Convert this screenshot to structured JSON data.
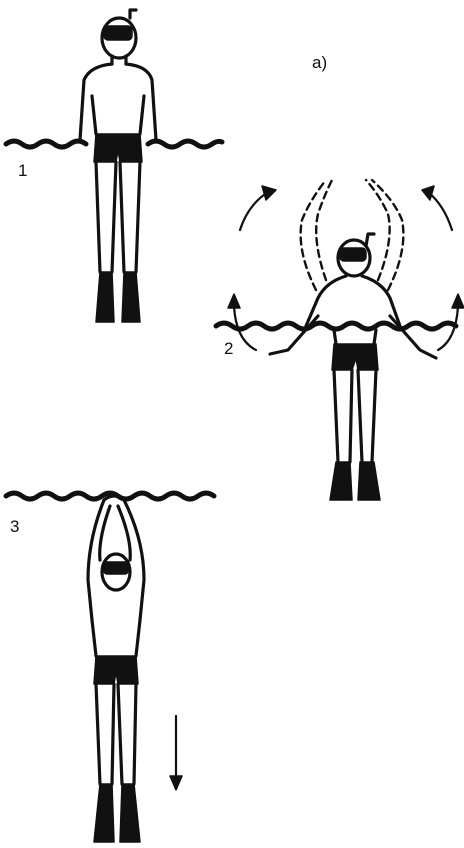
{
  "figure": {
    "caption_letter": "a)",
    "stages": [
      {
        "number": "1"
      },
      {
        "number": "2"
      },
      {
        "number": "3"
      }
    ]
  },
  "colors": {
    "ink": "#111111",
    "background": "#ffffff"
  },
  "icons": [
    "snorkel-mask-icon",
    "fin-icon",
    "rotation-arrow-icon",
    "descent-arrow-icon"
  ]
}
